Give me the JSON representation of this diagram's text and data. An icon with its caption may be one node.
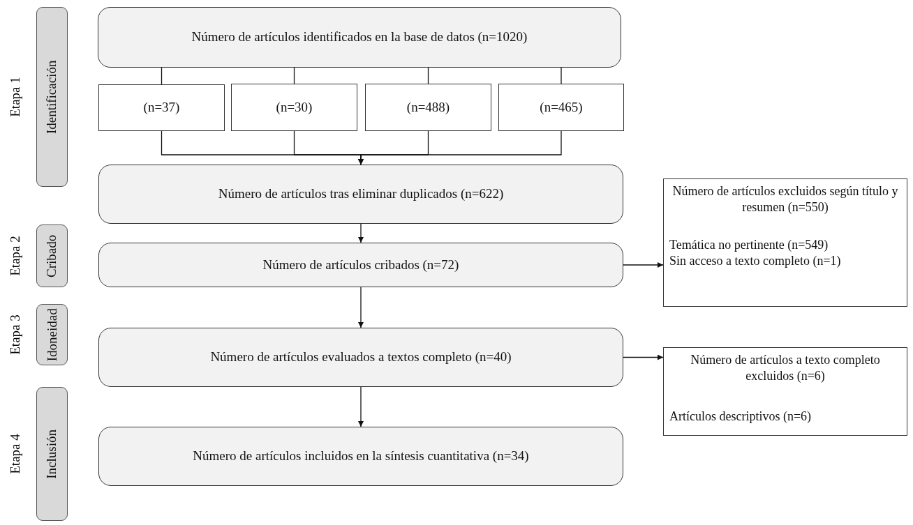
{
  "diagram": {
    "nodes": [
      {
        "text": [
          "Número de artículos identificados en la base de datos (n=1020)"
        ]
      },
      {
        "text": [
          "(n=37)"
        ]
      },
      {
        "text": [
          "(n=30)"
        ]
      },
      {
        "text": [
          "(n=488)"
        ]
      },
      {
        "text": [
          "(n=465)"
        ]
      },
      {
        "text": [
          "Número de artículos tras eliminar duplicados (n=622)"
        ]
      },
      {
        "text": [
          "Número de artículos cribados (n=72)"
        ]
      },
      {
        "text": [
          "Número de artículos excluidos según título y resumen (n=550)",
          "Temática no pertinente (n=549)",
          "Sin acceso a texto completo (n=1)"
        ]
      },
      {
        "text": [
          "Número de artículos evaluados a textos completo (n=40)"
        ]
      },
      {
        "text": [
          "Número de artículos a texto completo excluidos (n=6)",
          "Artículos descriptivos (n=6)"
        ]
      },
      {
        "text": [
          "Número de artículos incluidos en la síntesis cuantitativa (n=34)"
        ]
      },
      {
        "text": [
          "Identificación"
        ],
        "beside": [
          "Etapa 1"
        ]
      },
      {
        "text": [
          "Cribado"
        ],
        "beside": [
          "Etapa 2"
        ]
      },
      {
        "text": [
          "Idoneidad"
        ],
        "beside": [
          "Etapa 3"
        ]
      },
      {
        "text": [
          "Inclusión"
        ],
        "beside": [
          "Etapa 4"
        ]
      }
    ],
    "edges": [
      {
        "from": 0,
        "to": 1,
        "arrow": "none"
      },
      {
        "from": 0,
        "to": 2,
        "arrow": "none"
      },
      {
        "from": 0,
        "to": 3,
        "arrow": "none"
      },
      {
        "from": 0,
        "to": 4,
        "arrow": "none"
      },
      {
        "from": 1,
        "to": 5,
        "arrow": "to"
      },
      {
        "from": 2,
        "to": 5,
        "arrow": "to"
      },
      {
        "from": 3,
        "to": 5,
        "arrow": "to"
      },
      {
        "from": 4,
        "to": 5,
        "arrow": "to"
      },
      {
        "from": 5,
        "to": 6,
        "arrow": "to"
      },
      {
        "from": 6,
        "to": 7,
        "arrow": "to"
      },
      {
        "from": 6,
        "to": 8,
        "arrow": "to"
      },
      {
        "from": 8,
        "to": 9,
        "arrow": "to"
      },
      {
        "from": 8,
        "to": 10,
        "arrow": "to"
      }
    ]
  }
}
